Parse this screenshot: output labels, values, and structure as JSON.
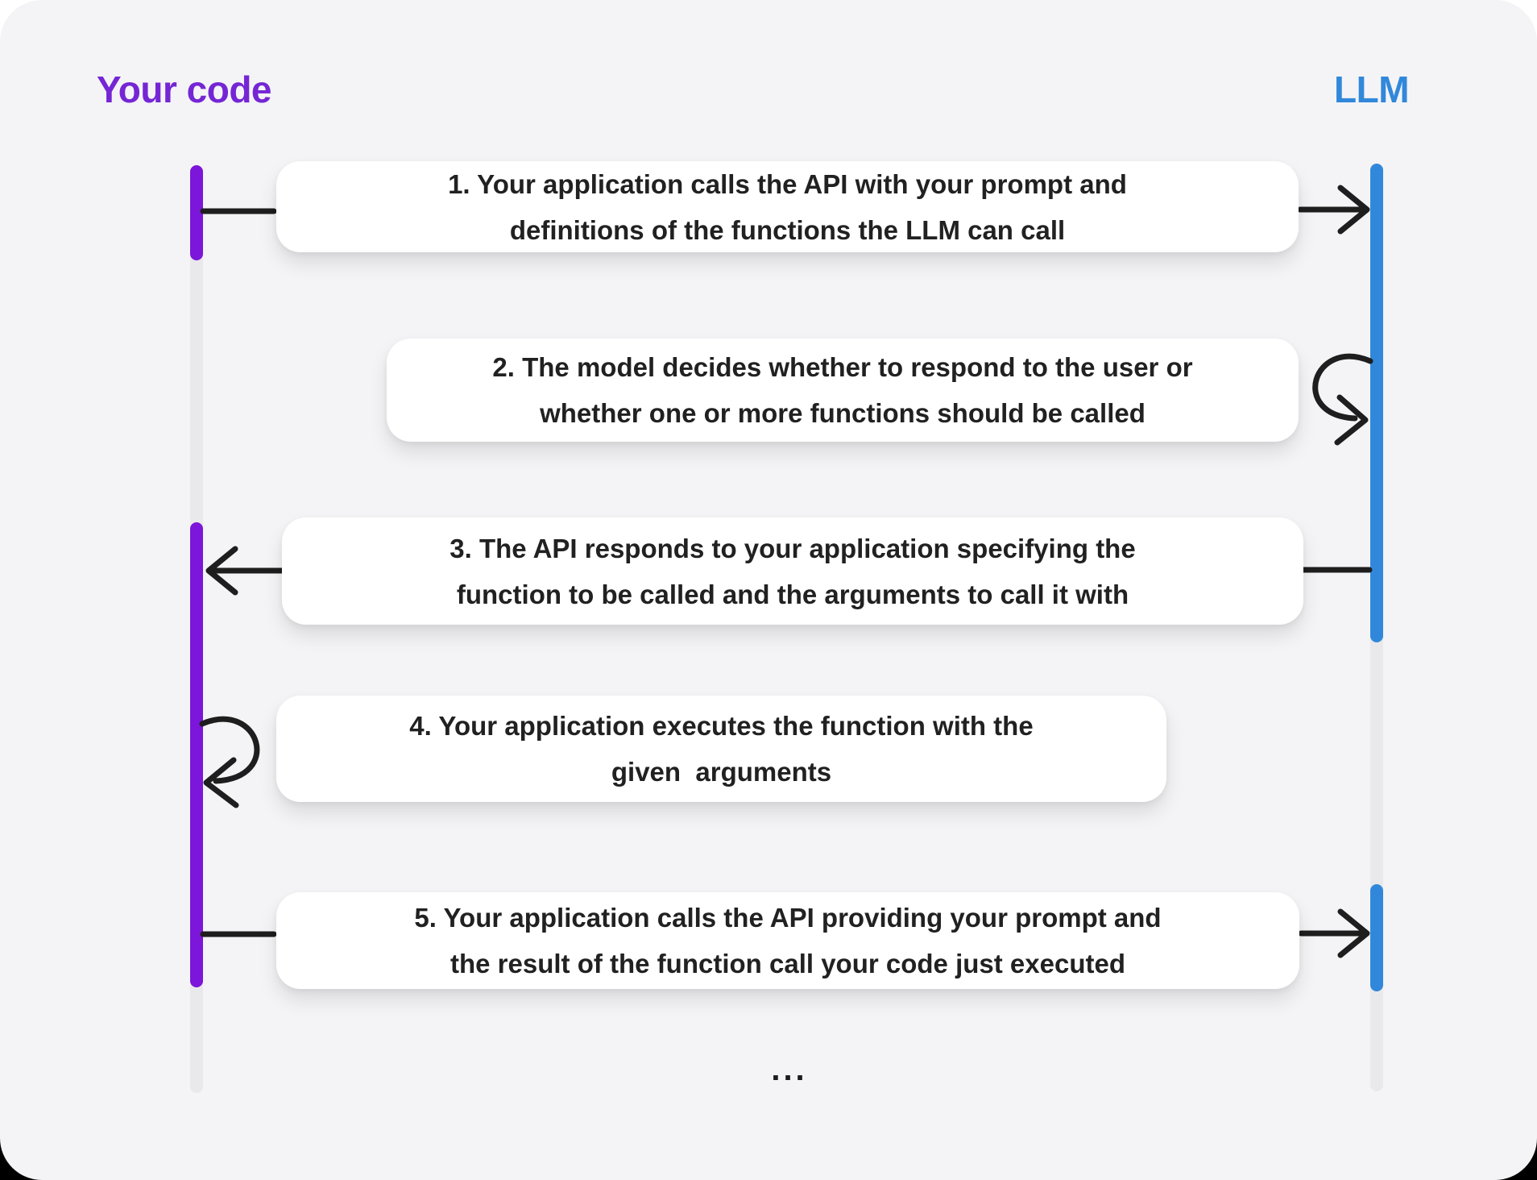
{
  "diagram": {
    "actor_left": {
      "label": "Your code"
    },
    "actor_right": {
      "label": "LLM"
    },
    "steps": [
      {
        "lines": [
          "1. Your application calls the API with your prompt and",
          "definitions of the functions the LLM can call"
        ]
      },
      {
        "lines": [
          "2. The model decides whether to respond to the user or",
          "whether one or more functions should be called"
        ]
      },
      {
        "lines": [
          "3. The API responds to your application specifying the",
          "function to be called and the arguments to call it with"
        ]
      },
      {
        "lines": [
          "4. Your application executes the function with the",
          "given  arguments"
        ]
      },
      {
        "lines": [
          "5. Your application calls the API providing your prompt and",
          "the result of the function call your code just executed"
        ]
      }
    ],
    "continuation": "...",
    "colors": {
      "actor_left_text": "#7526d4",
      "actor_right_text": "#3188db",
      "activation_purple": "#7b16da",
      "activation_blue": "#3188db",
      "lifeline_track": "#e9e9eb",
      "panel_background": "#f4f4f6",
      "message_ink": "#1e1e1e",
      "box_background": "#ffffff"
    }
  }
}
